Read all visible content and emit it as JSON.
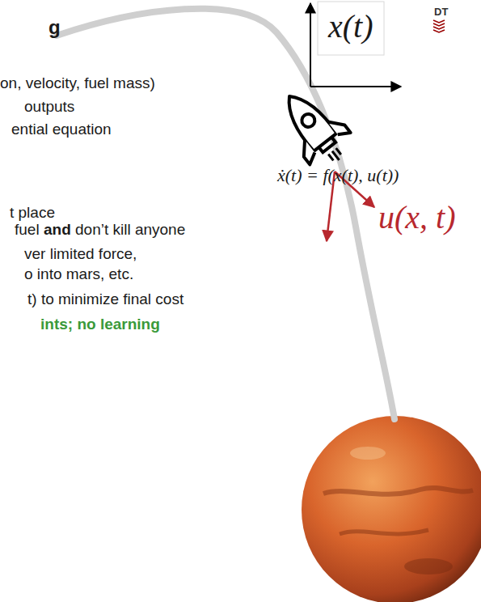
{
  "diagram": {
    "title": "g",
    "labels": [
      "on, velocity, fuel mass)",
      "outputs",
      "ential equation",
      "ẋ(t) = f(x(t), u(t))",
      "t place",
      "fuel",
      "and",
      "don’t kill anyone",
      "ver limited force,",
      "o into mars, etc.",
      "t) to minimize final cost",
      "ints; no learning",
      "x(t)",
      "u(x, t)",
      "DT"
    ]
  }
}
